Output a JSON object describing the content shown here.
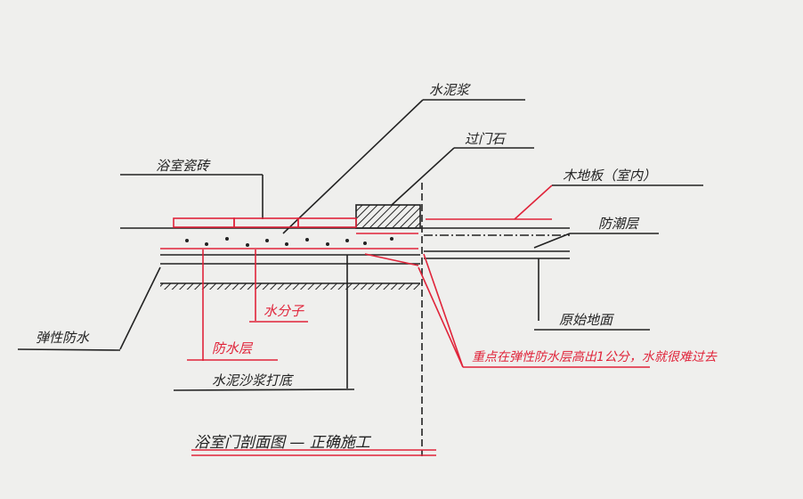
{
  "title": "浴室门剖面图 — 正确施工",
  "labels": {
    "cement_slurry": "水泥浆",
    "threshold_stone": "过门石",
    "bathroom_tiles": "浴室瓷砖",
    "wood_floor": "木地板（室内）",
    "moisture_layer": "防潮层",
    "original_ground": "原始地面",
    "elastic_waterproof": "弹性防水",
    "water_molecules": "水分子",
    "waterproof_layer": "防水层",
    "mortar_base": "水泥沙浆打底"
  },
  "note": "重点在弹性防水层高出1公分，水就很难过去",
  "colors": {
    "ink": "#222222",
    "red": "#e0243a",
    "paper": "#efefed"
  }
}
